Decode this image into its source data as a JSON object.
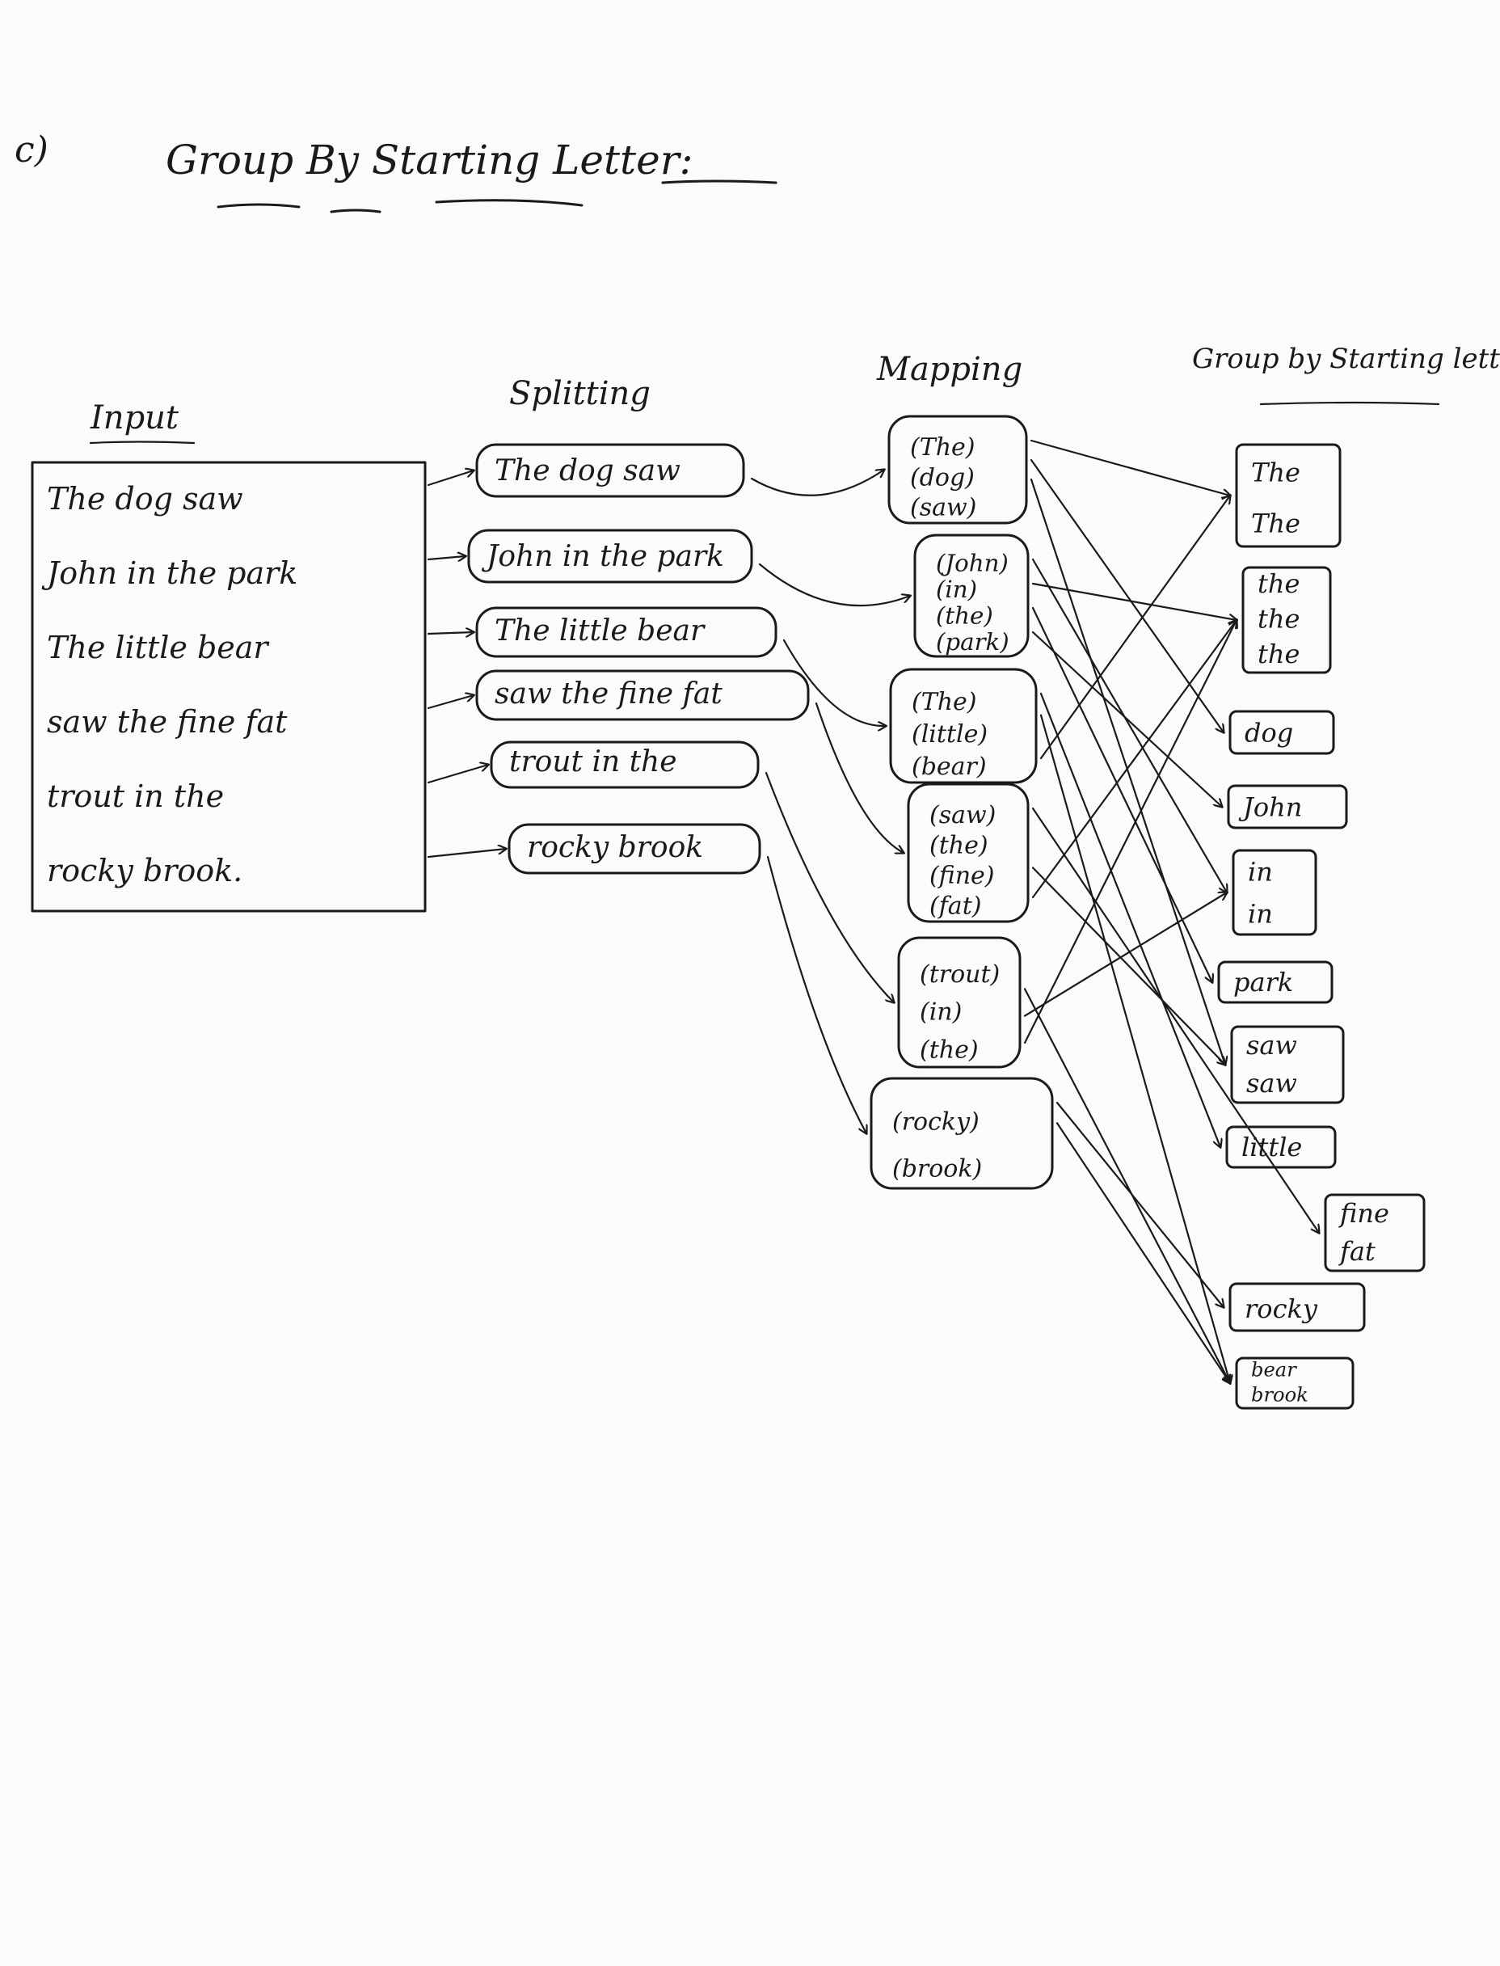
{
  "header": {
    "section_label": "c)",
    "title": "Group By Starting Letter:"
  },
  "column_headers": {
    "input": "Input",
    "splitting": "Splitting",
    "mapping": "Mapping",
    "grouping": "Group by Starting letter"
  },
  "input_lines": [
    "The dog saw",
    "John in the park",
    "The little bear",
    "saw the fine fat",
    "trout in the",
    "rocky brook."
  ],
  "splits": [
    "The dog saw",
    "John in the park",
    "The little bear",
    "saw the fine fat",
    "trout in the",
    "rocky brook"
  ],
  "mappings": [
    [
      "(The)",
      "(dog)",
      "(saw)"
    ],
    [
      "(John)",
      "(in)",
      "(the)",
      "(park)"
    ],
    [
      "(The)",
      "(little)",
      "(bear)"
    ],
    [
      "(saw)",
      "(the)",
      "(fine)",
      "(fat)"
    ],
    [
      "(trout)",
      "(in)",
      "(the)"
    ],
    [
      "(rocky)",
      "(brook)"
    ]
  ],
  "groups": [
    [
      "The",
      "The"
    ],
    [
      "the",
      "the",
      "the"
    ],
    [
      "dog"
    ],
    [
      "John"
    ],
    [
      "in",
      "in"
    ],
    [
      "park"
    ],
    [
      "saw",
      "saw"
    ],
    [
      "little"
    ],
    [
      "fine",
      "fat"
    ],
    [
      "rocky"
    ],
    [
      "bear",
      "brook"
    ]
  ],
  "connections": [
    [
      0,
      0
    ],
    [
      0,
      2
    ],
    [
      0,
      6
    ],
    [
      1,
      3
    ],
    [
      1,
      4
    ],
    [
      1,
      1
    ],
    [
      1,
      5
    ],
    [
      2,
      0
    ],
    [
      2,
      7
    ],
    [
      2,
      10
    ],
    [
      3,
      6
    ],
    [
      3,
      1
    ],
    [
      3,
      8
    ],
    [
      4,
      10
    ],
    [
      4,
      4
    ],
    [
      4,
      1
    ],
    [
      5,
      9
    ],
    [
      5,
      10
    ]
  ]
}
